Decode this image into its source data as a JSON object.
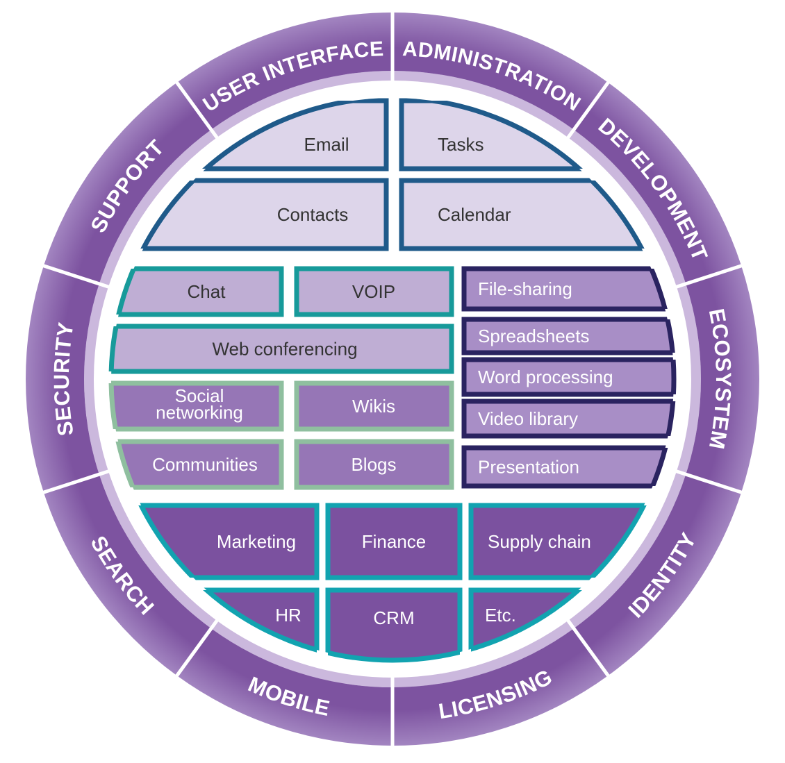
{
  "colors": {
    "ring": "#7d53a0",
    "ring_light": "#a487c2",
    "ring_inner_band": "#cbb8dd",
    "apps_fill": "#ddd5ea",
    "apps_stroke": "#1f5a8a",
    "comm_fill": "#bfaed4",
    "comm_stroke": "#179a9a",
    "social_fill": "#9676b6",
    "social_stroke": "#8fbf9f",
    "docs_fill": "#a88ec6",
    "docs_stroke": "#2a2360",
    "biz_fill": "#7b519f",
    "biz_stroke": "#12a3b0"
  },
  "ring": {
    "segments": [
      {
        "label": "ADMINISTRATION"
      },
      {
        "label": "DEVELOPMENT"
      },
      {
        "label": "ECOSYSTEM"
      },
      {
        "label": "IDENTITY"
      },
      {
        "label": "LICENSING"
      },
      {
        "label": "MOBILE"
      },
      {
        "label": "SEARCH"
      },
      {
        "label": "SECURITY"
      },
      {
        "label": "SUPPORT"
      },
      {
        "label": "USER INTERFACE"
      }
    ]
  },
  "tiles": [
    {
      "label": "Email",
      "group": "apps"
    },
    {
      "label": "Tasks",
      "group": "apps"
    },
    {
      "label": "Contacts",
      "group": "apps"
    },
    {
      "label": "Calendar",
      "group": "apps"
    },
    {
      "label": "Chat",
      "group": "comm"
    },
    {
      "label": "VOIP",
      "group": "comm"
    },
    {
      "label": "Web conferencing",
      "group": "comm"
    },
    {
      "label": "Social",
      "label2": "networking",
      "group": "social"
    },
    {
      "label": "Wikis",
      "group": "social"
    },
    {
      "label": "Communities",
      "group": "social"
    },
    {
      "label": "Blogs",
      "group": "social"
    },
    {
      "label": "File-sharing",
      "group": "docs"
    },
    {
      "label": "Spreadsheets",
      "group": "docs"
    },
    {
      "label": "Word processing",
      "group": "docs"
    },
    {
      "label": "Video library",
      "group": "docs"
    },
    {
      "label": "Presentation",
      "group": "docs"
    },
    {
      "label": "Marketing",
      "group": "biz"
    },
    {
      "label": "Finance",
      "group": "biz"
    },
    {
      "label": "Supply chain",
      "group": "biz"
    },
    {
      "label": "HR",
      "group": "biz"
    },
    {
      "label": "CRM",
      "group": "biz"
    },
    {
      "label": "Etc.",
      "group": "biz"
    }
  ]
}
